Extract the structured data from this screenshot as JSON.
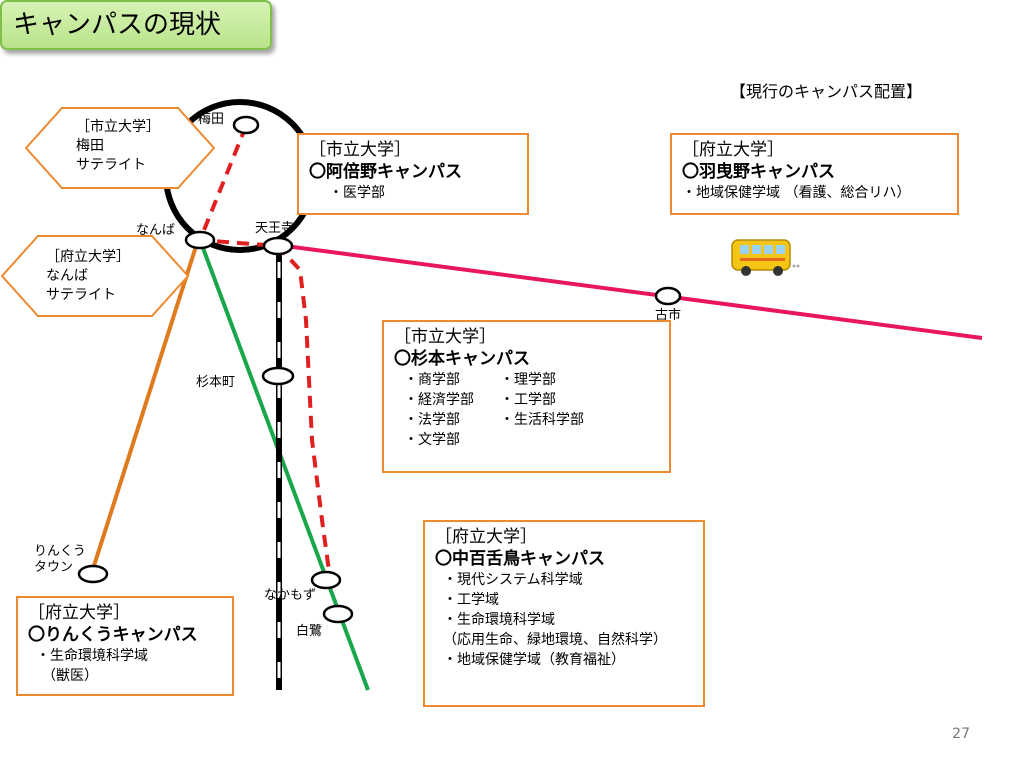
{
  "title": "キャンパスの現状",
  "caption": "【現行のキャンパス配置】",
  "page_number": "27",
  "stations": {
    "umeda": "梅田",
    "namba": "なんば",
    "tennoji": "天王寺",
    "furuichi": "古市",
    "sugimotocho": "杉本町",
    "rinku": "りんくう\nタウン",
    "nakamozu": "なかもず",
    "shirasagi": "白鷺"
  },
  "satellites": [
    {
      "header": "［市立大学］",
      "lines": [
        "梅田",
        "サテライト"
      ]
    },
    {
      "header": "［府立大学］",
      "lines": [
        "なんば",
        "サテライト"
      ]
    }
  ],
  "campuses": {
    "abeno": {
      "header": "［市立大学］",
      "name": "〇阿倍野キャンパス",
      "items": [
        "・医学部"
      ]
    },
    "habikino": {
      "header": "［府立大学］",
      "name": "〇羽曳野キャンパス",
      "items": [
        "・地域保健学域 （看護、総合リハ）"
      ]
    },
    "sugimoto": {
      "header": "［市立大学］",
      "name": "〇杉本キャンパス",
      "items_left": [
        "・商学部",
        "・経済学部",
        "・法学部",
        "・文学部"
      ],
      "items_right": [
        "・理学部",
        "・工学部",
        "・生活科学部"
      ]
    },
    "nakamozu": {
      "header": "［府立大学］",
      "name": "〇中百舌鳥キャンパス",
      "items": [
        "・現代システム科学域",
        "・工学域",
        "・生命環境科学域",
        "（応用生命、緑地環境、自然科学）",
        "・地域保健学域（教育福祉）"
      ]
    },
    "rinku": {
      "header": "［府立大学］",
      "name": "〇りんくうキャンパス",
      "items": [
        "・生命環境科学域",
        "（獣医）"
      ]
    }
  },
  "colors": {
    "orange_line": "#e07a1f",
    "green_line": "#1aa64a",
    "pink_line": "#e8175d",
    "dashed_line": "#e02020",
    "box_border": "#ef8a2e",
    "title_fill": "#c6ec9e"
  }
}
